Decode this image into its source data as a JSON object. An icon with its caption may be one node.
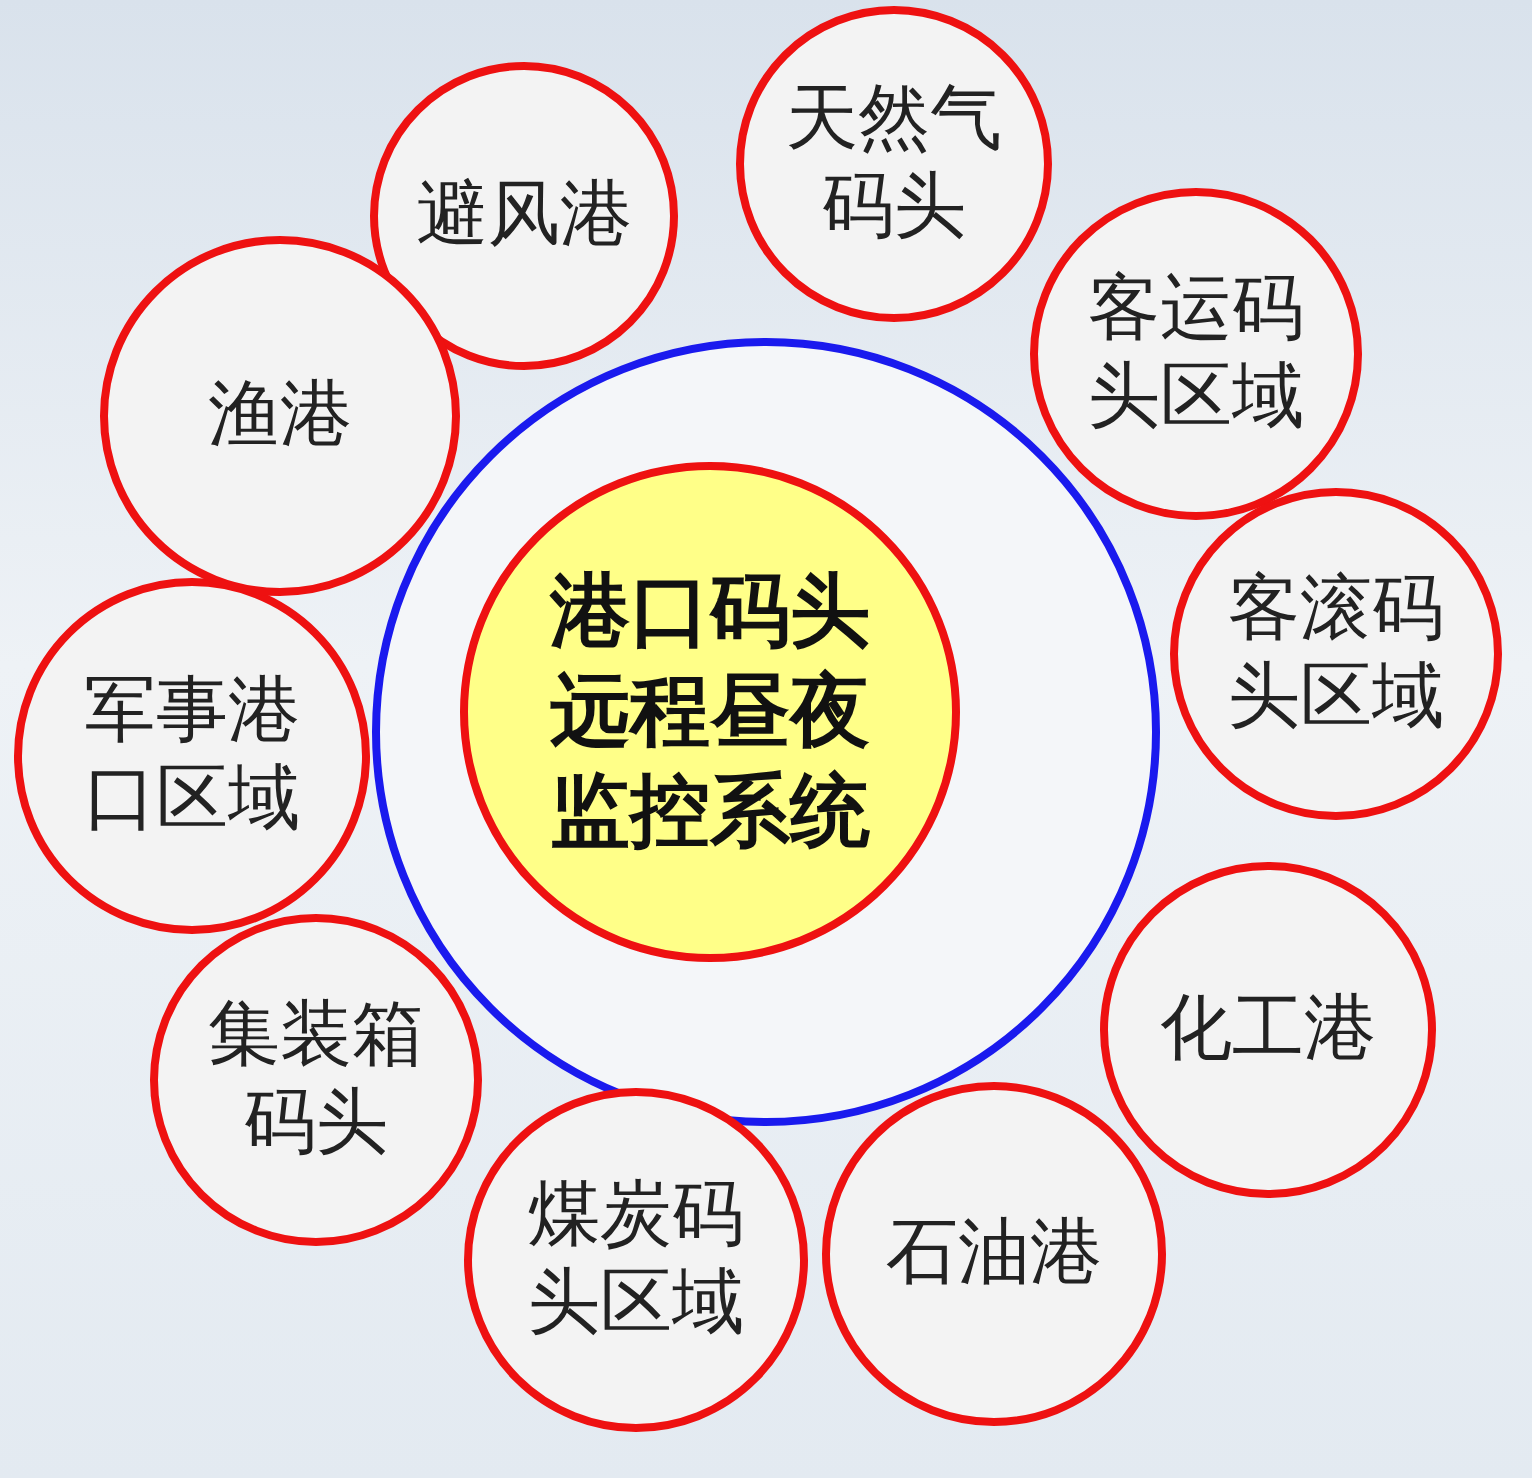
{
  "diagram": {
    "nodes": [
      {
        "text": [],
        "shape": "circle"
      },
      {
        "text": [
          "港口码头远程昼夜监控系统"
        ],
        "in": 0
      },
      {
        "text": [
          "避风港"
        ]
      },
      {
        "text": [
          "天然气码头"
        ]
      },
      {
        "text": [
          "客运码头区域"
        ]
      },
      {
        "text": [
          "客滚码头区域"
        ]
      },
      {
        "text": [
          "化工港"
        ]
      },
      {
        "text": [
          "石油港"
        ]
      },
      {
        "text": [
          "煤炭码头区域"
        ]
      },
      {
        "text": [
          "集装箱码头"
        ]
      },
      {
        "text": [
          "军事港口区域"
        ]
      },
      {
        "text": [
          "渔港"
        ]
      }
    ]
  }
}
